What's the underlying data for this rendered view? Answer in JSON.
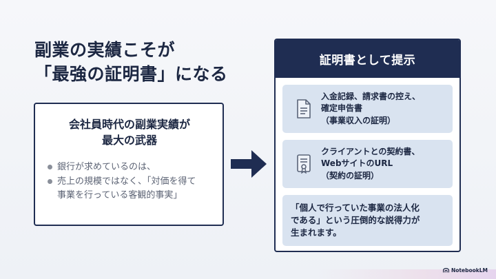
{
  "headline": {
    "line1": "副業の実績こそが",
    "line2": "「最強の証明書」になる"
  },
  "left_card": {
    "title_line1": "会社員時代の副業実績が",
    "title_line2": "最大の武器",
    "bullets": [
      {
        "line1": "銀行が求めているのは、",
        "line2": ""
      },
      {
        "line1": "売上の規模ではなく、「対価を得て",
        "line2": "事業を行っている客観的事実」"
      }
    ]
  },
  "panel": {
    "title": "証明書として提示",
    "items": [
      {
        "icon": "document-lines-icon",
        "lines": [
          "入金記録、請求書の控え、",
          "確定申告書",
          "（事業収入の証明）"
        ]
      },
      {
        "icon": "certificate-icon",
        "lines": [
          "クライアントとの契約書、",
          "WebサイトのURL",
          "（契約の証明）"
        ]
      }
    ],
    "quote_lines": [
      "「個人で行っていた事業の法人化",
      "である」という圧倒的な説得力が",
      "生まれます。"
    ]
  },
  "brand": {
    "label": "NotebookLM",
    "icon": "notebooklm-logo-icon"
  },
  "colors": {
    "navy": "#1f2d52",
    "item_bg": "#d9e3f0",
    "text": "#1c2742",
    "muted": "#5d6475"
  }
}
